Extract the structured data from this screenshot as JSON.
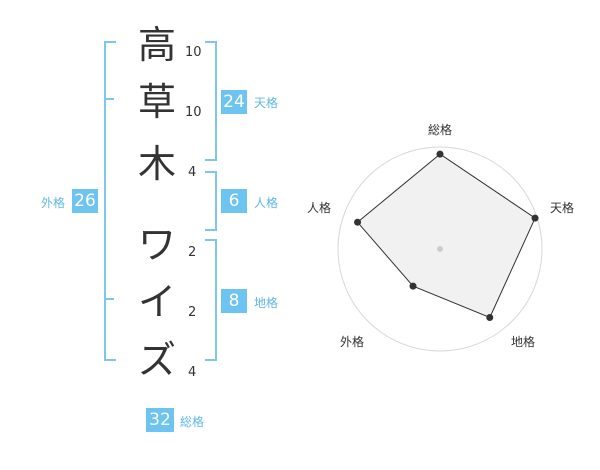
{
  "name": {
    "chars": [
      {
        "char": "高",
        "strokes": "10"
      },
      {
        "char": "草",
        "strokes": "10"
      },
      {
        "char": "木",
        "strokes": "4"
      },
      {
        "char": "ワ",
        "strokes": "2"
      },
      {
        "char": "イ",
        "strokes": "2"
      },
      {
        "char": "ズ",
        "strokes": "4"
      }
    ]
  },
  "kaku": {
    "tenkaku": {
      "value": "24",
      "label": "天格"
    },
    "jinkaku": {
      "value": "6",
      "label": "人格"
    },
    "chikaku": {
      "value": "8",
      "label": "地格"
    },
    "gaikaku": {
      "value": "26",
      "label": "外格"
    },
    "soukaku": {
      "value": "32",
      "label": "総格"
    }
  },
  "colors": {
    "accent": "#6ec4f0",
    "bracket": "#7ec6ee",
    "text": "#333333"
  },
  "chart_data": {
    "type": "radar",
    "axes": [
      "総格",
      "天格",
      "地格",
      "外格",
      "人格"
    ],
    "values": [
      0.93,
      0.98,
      0.83,
      0.45,
      0.85
    ],
    "rings": 4
  }
}
